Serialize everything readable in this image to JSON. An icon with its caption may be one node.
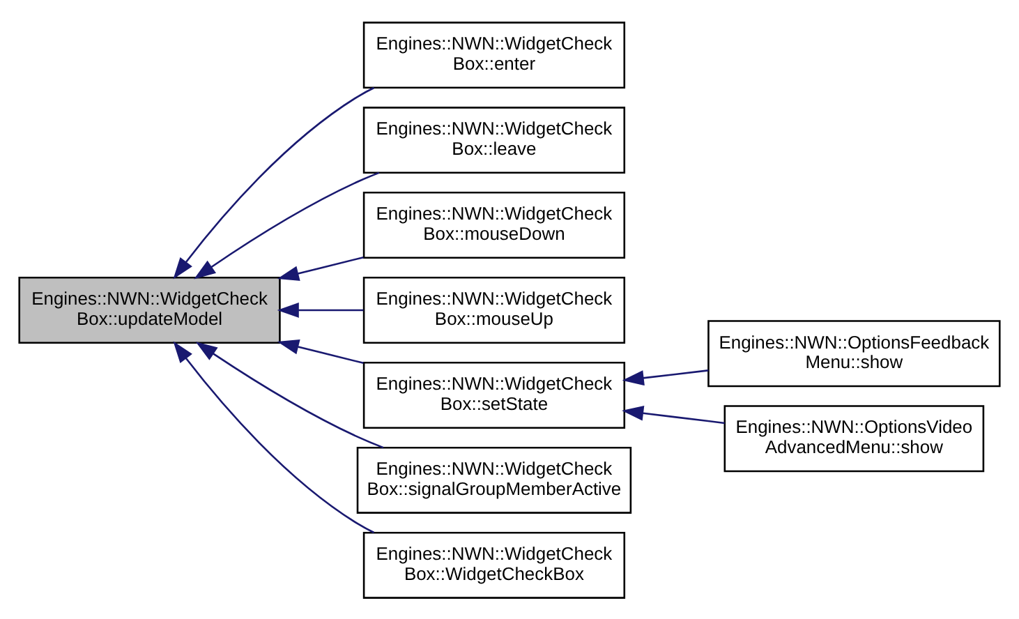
{
  "diagram": {
    "nodes": [
      {
        "text": [
          "Engines::NWN::WidgetCheck Box::updateModel"
        ]
      },
      {
        "text": [
          "Engines::NWN::WidgetCheck Box::enter"
        ]
      },
      {
        "text": [
          "Engines::NWN::WidgetCheck Box::leave"
        ]
      },
      {
        "text": [
          "Engines::NWN::WidgetCheck Box::mouseDown"
        ]
      },
      {
        "text": [
          "Engines::NWN::WidgetCheck Box::mouseUp"
        ]
      },
      {
        "text": [
          "Engines::NWN::WidgetCheck Box::setState"
        ]
      },
      {
        "text": [
          "Engines::NWN::WidgetCheck Box::signalGroupMemberActive"
        ]
      },
      {
        "text": [
          "Engines::NWN::WidgetCheck Box::WidgetCheckBox"
        ]
      },
      {
        "text": [
          "Engines::NWN::OptionsFeedback Menu::show"
        ]
      },
      {
        "text": [
          "Engines::NWN::OptionsVideo AdvancedMenu::show"
        ]
      }
    ],
    "edges": [
      {
        "from": 1,
        "to": 0,
        "arrow": "to"
      },
      {
        "from": 2,
        "to": 0,
        "arrow": "to"
      },
      {
        "from": 3,
        "to": 0,
        "arrow": "to"
      },
      {
        "from": 4,
        "to": 0,
        "arrow": "to"
      },
      {
        "from": 5,
        "to": 0,
        "arrow": "to"
      },
      {
        "from": 6,
        "to": 0,
        "arrow": "to"
      },
      {
        "from": 7,
        "to": 0,
        "arrow": "to"
      },
      {
        "from": 8,
        "to": 5,
        "arrow": "to"
      },
      {
        "from": 9,
        "to": 5,
        "arrow": "to"
      }
    ]
  }
}
